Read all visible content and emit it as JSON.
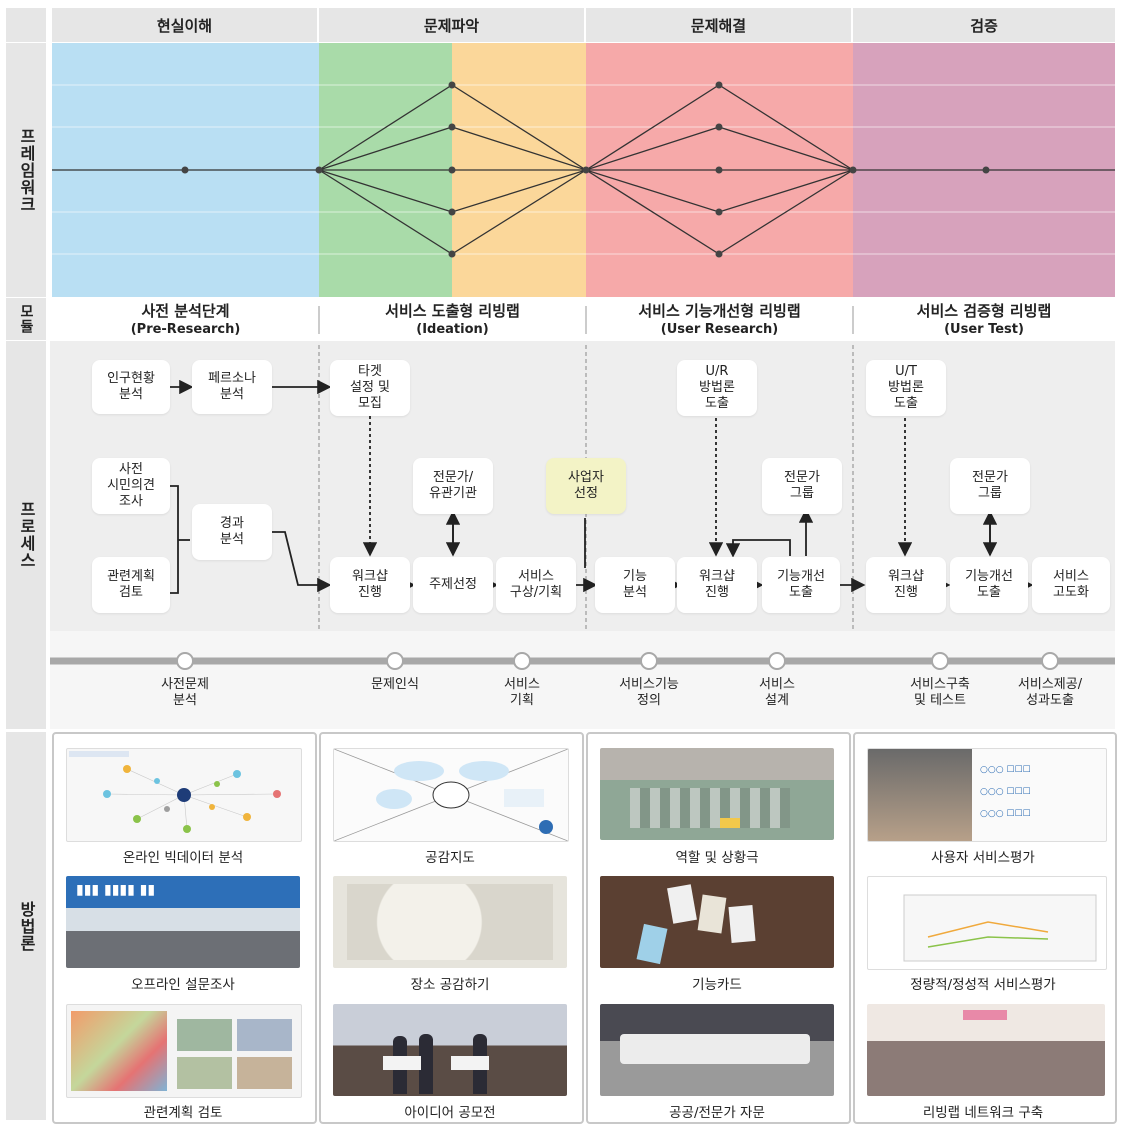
{
  "phases": [
    "현실이해",
    "문제파악",
    "문제해결",
    "검증"
  ],
  "row_labels": {
    "framework": "프레임워크",
    "module": "모듈",
    "process": "프로세스",
    "methodology": "방법론"
  },
  "colors": {
    "blue": "#b9dff3",
    "green": "#a9dba9",
    "orange": "#fbd79a",
    "red": "#f6a9a9",
    "purple": "#d7a2bc",
    "grey": "#e6e6e6",
    "process_bg": "#eeeeee",
    "yellow_box": "#f3f3c6"
  },
  "modules": [
    {
      "title": "사전 분석단계",
      "sub": "(Pre-Research)"
    },
    {
      "title": "서비스 도출형 리빙랩",
      "sub": "(Ideation)"
    },
    {
      "title": "서비스 기능개선형 리빙랩",
      "sub": "(User Research)"
    },
    {
      "title": "서비스 검증형 리빙랩",
      "sub": "(User Test)"
    }
  ],
  "process": {
    "pop": "인구현황\n분석",
    "persona": "페르소나\n분석",
    "survey": "사전\n시민의견\n조사",
    "plan": "관련계획\n검토",
    "result": "경과\n분석",
    "target": "타겟\n설정 및\n모집",
    "expert1": "전문가/\n유관기관",
    "ws1": "워크샵\n진행",
    "topic": "주제선정",
    "service_plan": "서비스\n구상/기획",
    "operator": "사업자\n선정",
    "ur": "U/R\n방법론\n도출",
    "expert2": "전문가\n그룹",
    "func_anal": "기능\n분석",
    "ws2": "워크샵\n진행",
    "func_imp1": "기능개선\n도출",
    "ut": "U/T\n방법론\n도출",
    "expert3": "전문가\n그룹",
    "ws3": "워크샵\n진행",
    "func_imp2": "기능개선\n도출",
    "upgrade": "서비스\n고도화"
  },
  "timeline": [
    "사전문제\n분석",
    "문제인식",
    "서비스\n기획",
    "서비스기능\n정의",
    "서비스\n설계",
    "서비스구축\n및 테스트",
    "서비스제공/\n성과도출"
  ],
  "methods": [
    [
      "온라인 빅데이터 분석",
      "오프라인 설문조사",
      "관련계획 검토"
    ],
    [
      "공감지도",
      "장소 공감하기",
      "아이디어 공모전"
    ],
    [
      "역할 및 상황극",
      "기능카드",
      "공공/전문가 자문"
    ],
    [
      "사용자 서비스평가",
      "정량적/정성적 서비스평가",
      "리빙랩 네트워크 구축"
    ]
  ]
}
